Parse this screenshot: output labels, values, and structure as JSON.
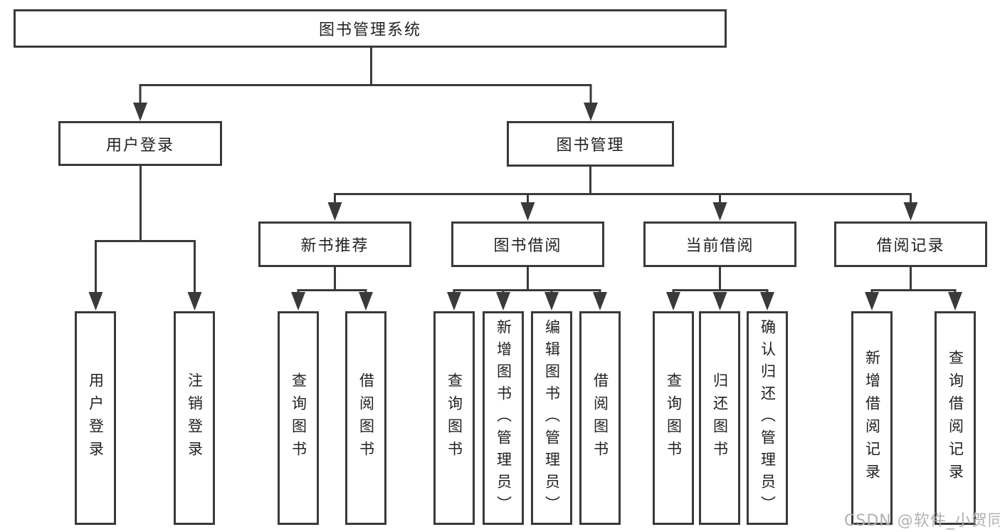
{
  "tree": {
    "label": "图书管理系统",
    "children": [
      {
        "label": "用户登录",
        "children": [
          {
            "label": "用户登录"
          },
          {
            "label": "注销登录"
          }
        ]
      },
      {
        "label": "图书管理",
        "children": [
          {
            "label": "新书推荐",
            "children": [
              {
                "label": "查询图书"
              },
              {
                "label": "借阅图书"
              }
            ]
          },
          {
            "label": "图书借阅",
            "children": [
              {
                "label": "查询图书"
              },
              {
                "label": "新增图书（管理员）"
              },
              {
                "label": "编辑图书（管理员）"
              },
              {
                "label": "借阅图书"
              }
            ]
          },
          {
            "label": "当前借阅",
            "children": [
              {
                "label": "查询图书"
              },
              {
                "label": "归还图书"
              },
              {
                "label": "确认归还（管理员）"
              }
            ]
          },
          {
            "label": "借阅记录",
            "children": [
              {
                "label": "新增借阅记录"
              },
              {
                "label": "查询借阅记录"
              }
            ]
          }
        ]
      }
    ]
  },
  "watermark": "CSDN @软件_小贺同学",
  "colors": {
    "line": "#3a3a3a",
    "box_border": "#3a3a3a",
    "box_background": "#ffffff",
    "text": "#222222",
    "watermark": "#b1b1b1",
    "background": "#ffffff"
  }
}
